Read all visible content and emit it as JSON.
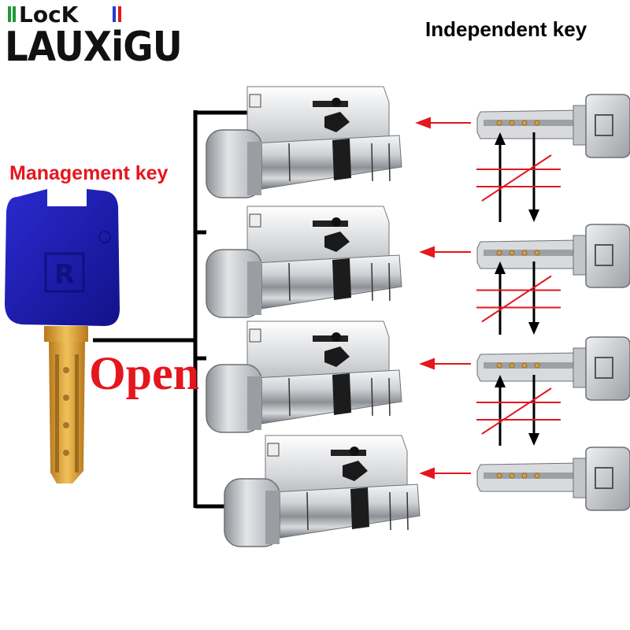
{
  "logo": {
    "small_text": "LocK",
    "main_text": "LAUXiGU"
  },
  "labels": {
    "independent_key": "Independent key",
    "management_key": "Management key",
    "open": "Open"
  },
  "colors": {
    "label_red": "#e4161e",
    "arrow_red": "#e4161e",
    "key_blue": "#1a1aa8",
    "key_brass": "#d9a13a",
    "chrome": "#c7c9cc",
    "line_black": "#000000"
  },
  "cylinders": [
    {
      "name": "cylinder-1"
    },
    {
      "name": "cylinder-2"
    },
    {
      "name": "cylinder-3"
    },
    {
      "name": "cylinder-4"
    }
  ],
  "independent_keys": [
    {
      "name": "independent-key-1"
    },
    {
      "name": "independent-key-2"
    },
    {
      "name": "independent-key-3"
    },
    {
      "name": "independent-key-4"
    }
  ]
}
